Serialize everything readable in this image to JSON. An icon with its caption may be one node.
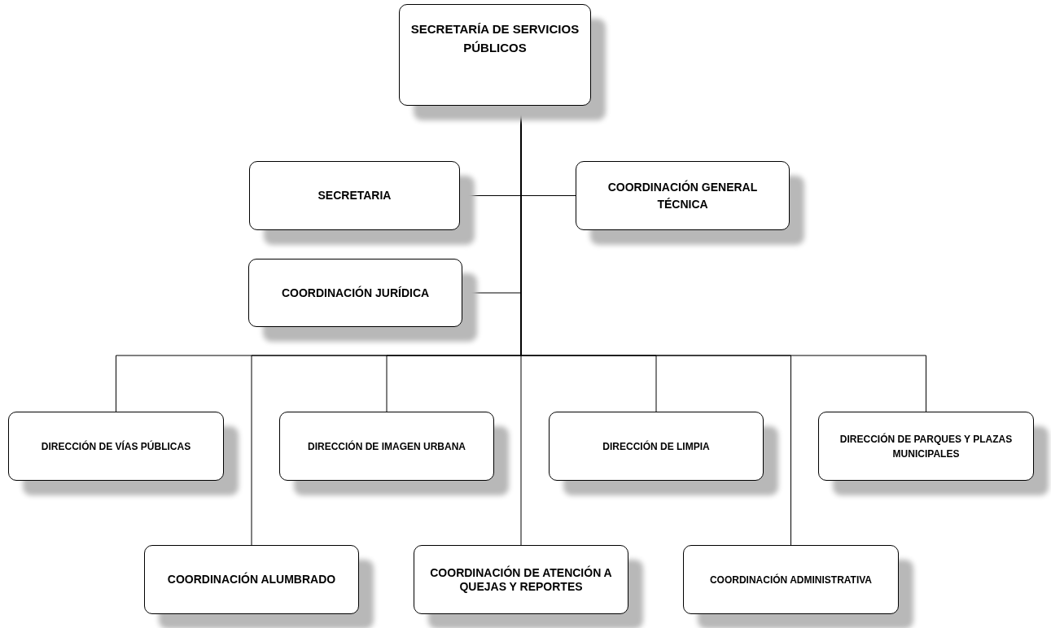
{
  "diagram": {
    "nodes": [
      {
        "text": [
          "SECRETARÍA DE SERVICIOS PÚBLICOS"
        ]
      },
      {
        "text": [
          "SECRETARIA"
        ]
      },
      {
        "text": [
          "COORDINACIÓN GENERAL TÉCNICA"
        ]
      },
      {
        "text": [
          "COORDINACIÓN JURÍDICA"
        ]
      },
      {
        "text": [
          "DIRECCIÓN DE VÍAS PÚBLICAS"
        ]
      },
      {
        "text": [
          "DIRECCIÓN DE IMAGEN URBANA"
        ]
      },
      {
        "text": [
          "DIRECCIÓN DE LIMPIA"
        ]
      },
      {
        "text": [
          "DIRECCIÓN DE PARQUES Y PLAZAS MUNICIPALES"
        ]
      },
      {
        "text": [
          "COORDINACIÓN ALUMBRADO"
        ]
      },
      {
        "text": [
          "COORDINACIÓN DE ATENCIÓN A QUEJAS Y REPORTES"
        ]
      },
      {
        "text": [
          "COORDINACIÓN ADMINISTRATIVA"
        ]
      }
    ],
    "edges": [
      {
        "from": 0,
        "to": 1,
        "arrow": "none"
      },
      {
        "from": 0,
        "to": 2,
        "arrow": "none"
      },
      {
        "from": 0,
        "to": 3,
        "arrow": "none"
      },
      {
        "from": 0,
        "to": 4,
        "arrow": "none"
      },
      {
        "from": 0,
        "to": 8,
        "arrow": "none"
      },
      {
        "from": 0,
        "to": 5,
        "arrow": "none"
      },
      {
        "from": 0,
        "to": 9,
        "arrow": "none"
      },
      {
        "from": 0,
        "to": 6,
        "arrow": "none"
      },
      {
        "from": 0,
        "to": 10,
        "arrow": "none"
      },
      {
        "from": 0,
        "to": 7,
        "arrow": "none"
      }
    ]
  }
}
